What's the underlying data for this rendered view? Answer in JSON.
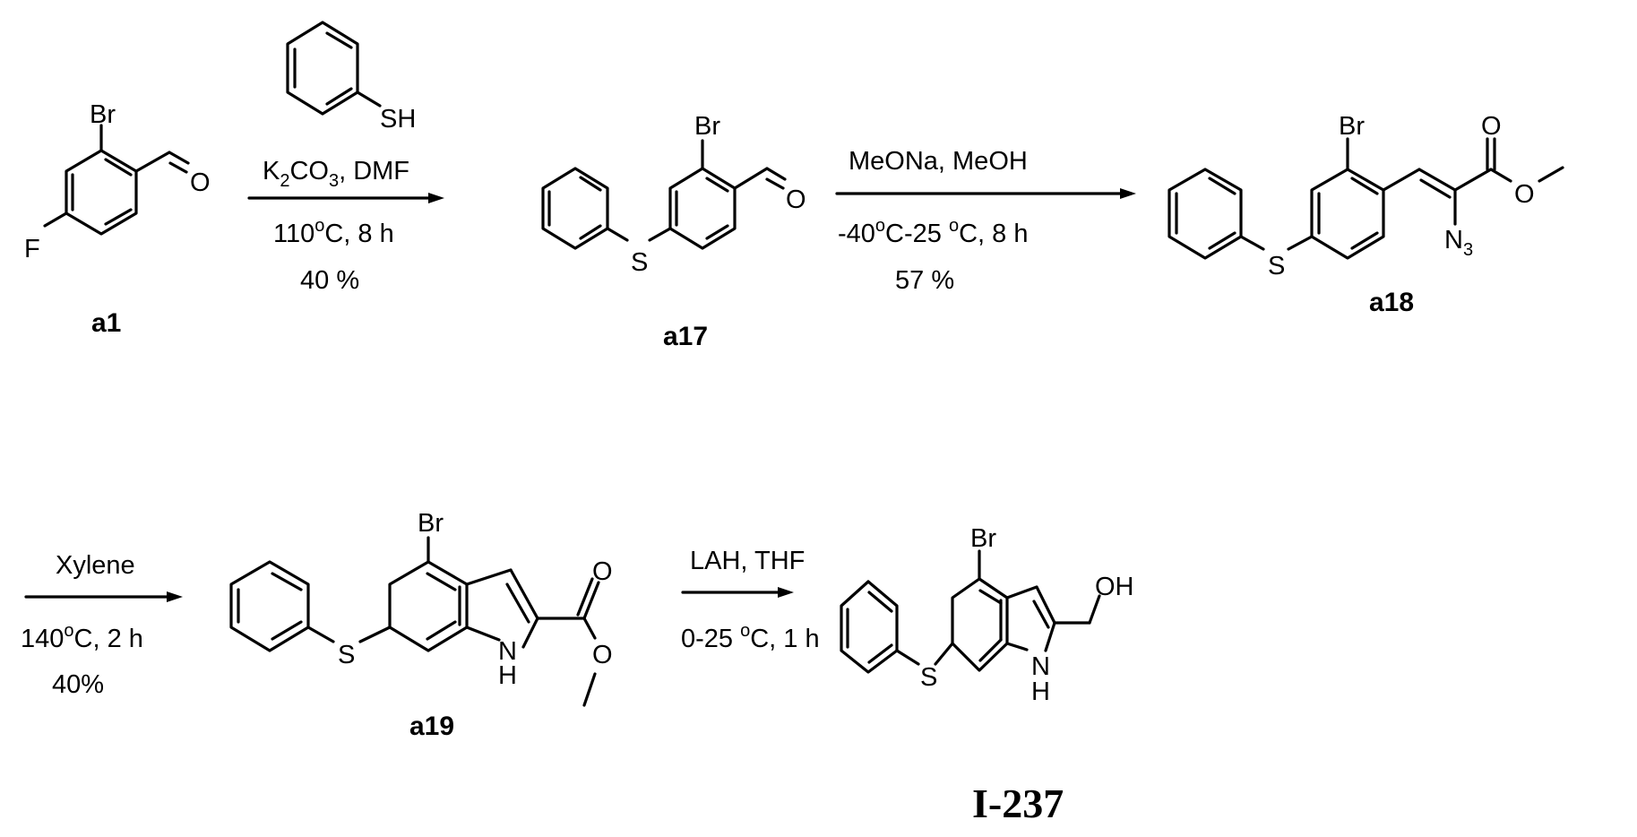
{
  "scheme": {
    "compounds": [
      {
        "id": "a1",
        "label": "a1",
        "atoms": [
          "Br",
          "F",
          "O"
        ]
      },
      {
        "id": "a17",
        "label": "a17",
        "atoms": [
          "Br",
          "S",
          "O"
        ]
      },
      {
        "id": "a18",
        "label": "a18",
        "atoms": [
          "Br",
          "S",
          "O",
          "O",
          "N",
          "3"
        ]
      },
      {
        "id": "a19",
        "label": "a19",
        "atoms": [
          "Br",
          "S",
          "N",
          "H",
          "O",
          "O"
        ]
      },
      {
        "id": "I-237",
        "label": "I-237",
        "atoms": [
          "Br",
          "S",
          "N",
          "H",
          "OH"
        ]
      }
    ],
    "steps": [
      {
        "reagent_struct_atom": "SH",
        "above": "K",
        "above_sub1": "2",
        "above_mid": "CO",
        "above_sub2": "3",
        "above_tail": ", DMF",
        "below1": "110°C, 8 h",
        "below1_a": "110",
        "below1_deg": "o",
        "below1_b": "C, 8 h",
        "below2": "40 %"
      },
      {
        "above": "MeONa, MeOH",
        "below1_a": "-40",
        "below1_deg1": "o",
        "below1_b": "C-25 ",
        "below1_deg2": "o",
        "below1_c": "C, 8 h",
        "below2": "57 %"
      },
      {
        "above": "Xylene",
        "below1_a": "140",
        "below1_deg": "o",
        "below1_b": "C, 2 h",
        "below2": "40%"
      },
      {
        "above": "LAH, THF",
        "below1_a": "0-25 ",
        "below1_deg": "o",
        "below1_b": "C, 1 h"
      }
    ]
  }
}
